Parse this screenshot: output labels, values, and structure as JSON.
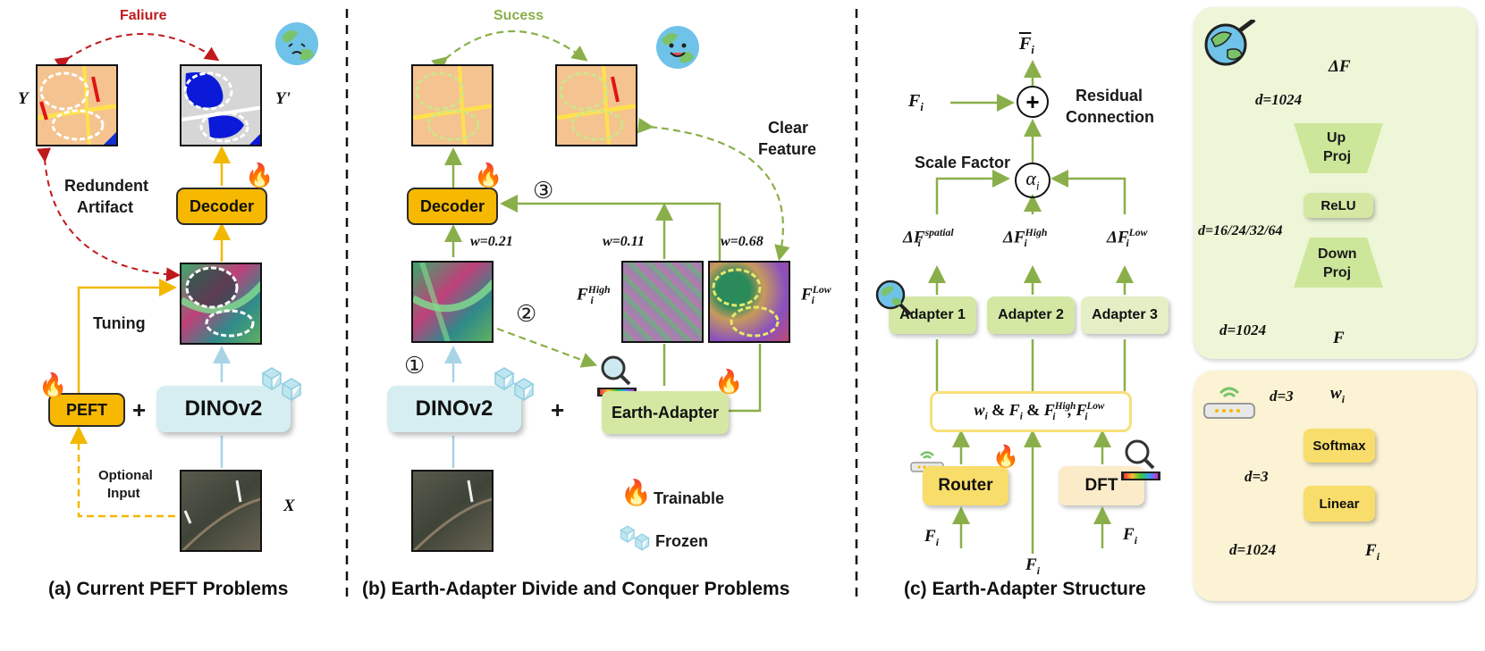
{
  "colors": {
    "orange": "#f6b800",
    "green_arrow": "#8aaf4a",
    "red_arrow": "#c0191c",
    "blue_arrow": "#a8d4e6",
    "yellow_arrow": "#f2b800",
    "panel_green": "#eef6d8",
    "panel_yellow": "#fbf3d3"
  },
  "icons": [
    "fire-icon",
    "cube-icon",
    "earth-icon",
    "router-icon",
    "magnifier-icon"
  ],
  "panel_a": {
    "failure_label": "Faliure",
    "y_label": "Y",
    "y_prime_label": "Y'",
    "redundant_label_1": "Redundent",
    "redundant_label_2": "Artifact",
    "decoder_label": "Decoder",
    "tuning_label": "Tuning",
    "peft_label": "PEFT",
    "plus": "+",
    "dinov2_label": "DINOv2",
    "optional_label_1": "Optional",
    "optional_label_2": "Input",
    "x_label": "X",
    "caption": "(a) Current PEFT Problems"
  },
  "panel_b": {
    "success_label": "Sucess",
    "clear_label_1": "Clear",
    "clear_label_2": "Feature",
    "decoder_label": "Decoder",
    "step1": "①",
    "step2": "②",
    "step3": "③",
    "w1_label": "w=0.21",
    "w2_label": "w=0.11",
    "w3_label": "w=0.68",
    "f_high_label": "F",
    "f_high_sub": "i",
    "f_high_sup": "High",
    "f_low_label": "F",
    "f_low_sub": "i",
    "f_low_sup": "Low",
    "dinov2_label": "DINOv2",
    "plus": "+",
    "earth_adapter_label": "Earth-Adapter",
    "trainable_label": "Trainable",
    "frozen_label": "Frozen",
    "caption": "(b) Earth-Adapter Divide and Conquer Problems"
  },
  "panel_c": {
    "f_bar_label": "F",
    "f_bar_sub": "i",
    "plus_symbol": "+",
    "fi_input_label": "F",
    "fi_input_sub": "i",
    "residual_label_1": "Residual",
    "residual_label_2": "Connection",
    "scale_factor_label": "Scale Factor",
    "alpha_label": "α",
    "alpha_sub": "i",
    "delta_spatial": "ΔF",
    "delta_spatial_sub": "i",
    "delta_spatial_sup": "spatial",
    "delta_high": "ΔF",
    "delta_high_sub": "i",
    "delta_high_sup": "High",
    "delta_low": "ΔF",
    "delta_low_sub": "i",
    "delta_low_sup": "Low",
    "adapter1_label": "Adapter 1",
    "adapter2_label": "Adapter 2",
    "adapter3_label": "Adapter 3",
    "merge_w": "w",
    "merge_w_sub": "i",
    "merge_amp1": "&",
    "merge_f": "F",
    "merge_f_sub": "i",
    "merge_amp2": "&",
    "merge_fh": "F",
    "merge_fh_sub": "i",
    "merge_fh_sup": "High",
    "merge_comma": ",",
    "merge_fl": "F",
    "merge_fl_sub": "i",
    "merge_fl_sup": "Low",
    "router_label": "Router",
    "dft_label": "DFT",
    "router_in": "F",
    "router_in_sub": "i",
    "dft_in": "F",
    "dft_in_sub": "i",
    "center_in": "F",
    "center_in_sub": "i",
    "caption": "(c) Earth-Adapter Structure"
  },
  "panel_d": {
    "delta_f_label": "ΔF",
    "d_top": "d=1024",
    "up_proj_1": "Up",
    "up_proj_2": "Proj",
    "relu_label": "ReLU",
    "d_mid": "d=16/24/32/64",
    "down_proj_1": "Down",
    "down_proj_2": "Proj",
    "d_bottom": "d=1024",
    "f_label": "F"
  },
  "panel_e": {
    "d3_top": "d=3",
    "w_label": "w",
    "w_sub": "i",
    "softmax_label": "Softmax",
    "d3_mid": "d=3",
    "linear_label": "Linear",
    "d1024": "d=1024",
    "f_label": "F",
    "f_sub": "i"
  }
}
